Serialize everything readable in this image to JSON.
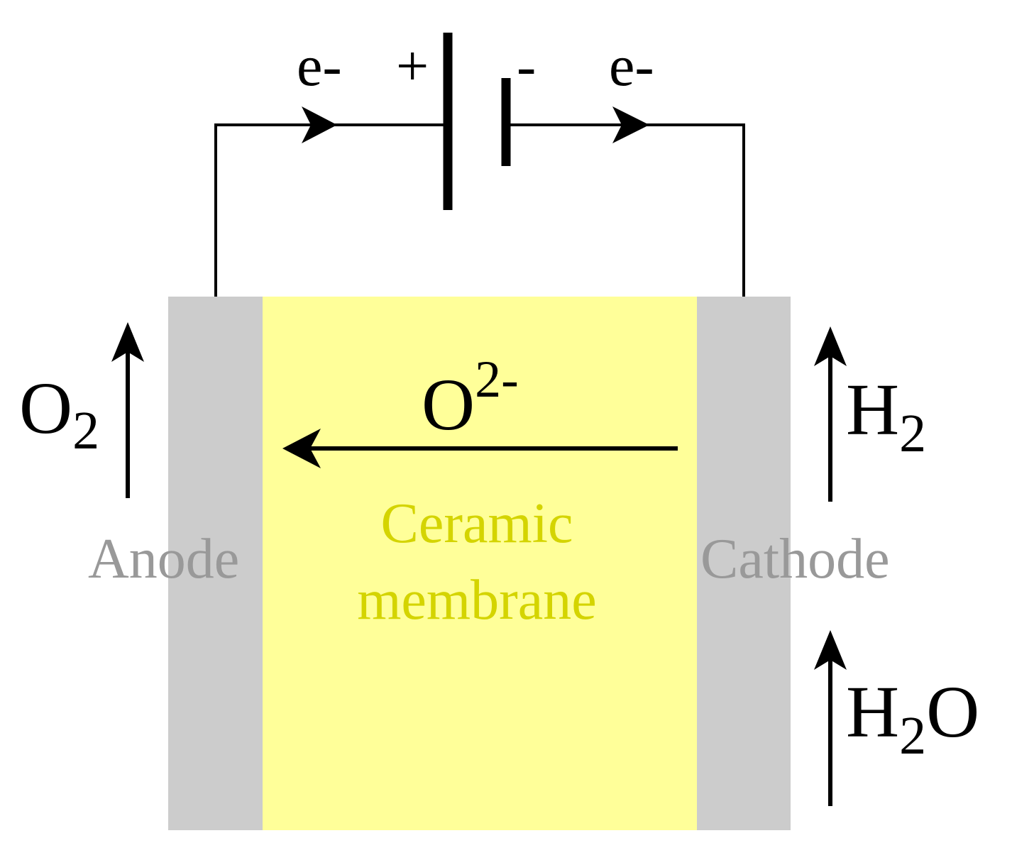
{
  "circuit": {
    "electron_left": "e-",
    "electron_right": "e-",
    "positive_sign": "+",
    "negative_sign": "-"
  },
  "gases": {
    "oxygen": {
      "base": "O",
      "sub": "2"
    },
    "hydrogen": {
      "base": "H",
      "sub": "2"
    },
    "water": {
      "base": "H",
      "sub": "2",
      "tail": "O"
    }
  },
  "ion": {
    "base": "O",
    "sup": "2-"
  },
  "labels": {
    "anode": "Anode",
    "cathode": "Cathode",
    "membrane_line1": "Ceramic",
    "membrane_line2": "membrane"
  },
  "colors": {
    "electrode": "#cccccc",
    "membrane": "#ffff99",
    "membrane_text": "#d4d400",
    "electrode_text": "#999999",
    "ink": "#000000"
  }
}
